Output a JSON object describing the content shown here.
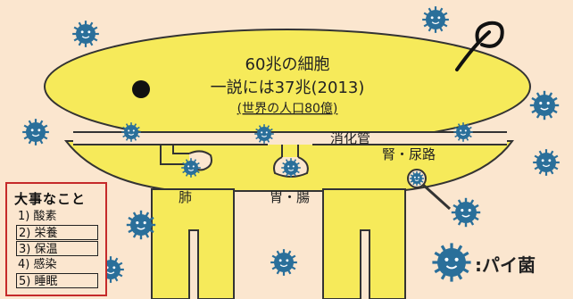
{
  "body_text": {
    "line1": "60兆の細胞",
    "line2": "一説には37兆(2013)",
    "line3": "(世界の人口80億)"
  },
  "labels": {
    "digestive_tract": "消化管",
    "lung": "肺",
    "stomach_intestine": "胃・腸",
    "kidney_urinary": "腎・尿路"
  },
  "legend": {
    "title": "大事なこと",
    "items": [
      "1) 酸素",
      "2) 栄養",
      "3) 保温",
      "4) 感染",
      "5) 睡眠"
    ]
  },
  "bacteria_legend": ":パイ菌",
  "colors": {
    "background": "#fbe6cf",
    "body": "#f6ea5a",
    "outline": "#333333",
    "bacteria": "#2a6f9a",
    "legend_border": "#c52a2a"
  },
  "icons": {
    "bacteria": "bacteria-icon",
    "eye": "eye-dot",
    "hair": "hair-curl-icon"
  }
}
